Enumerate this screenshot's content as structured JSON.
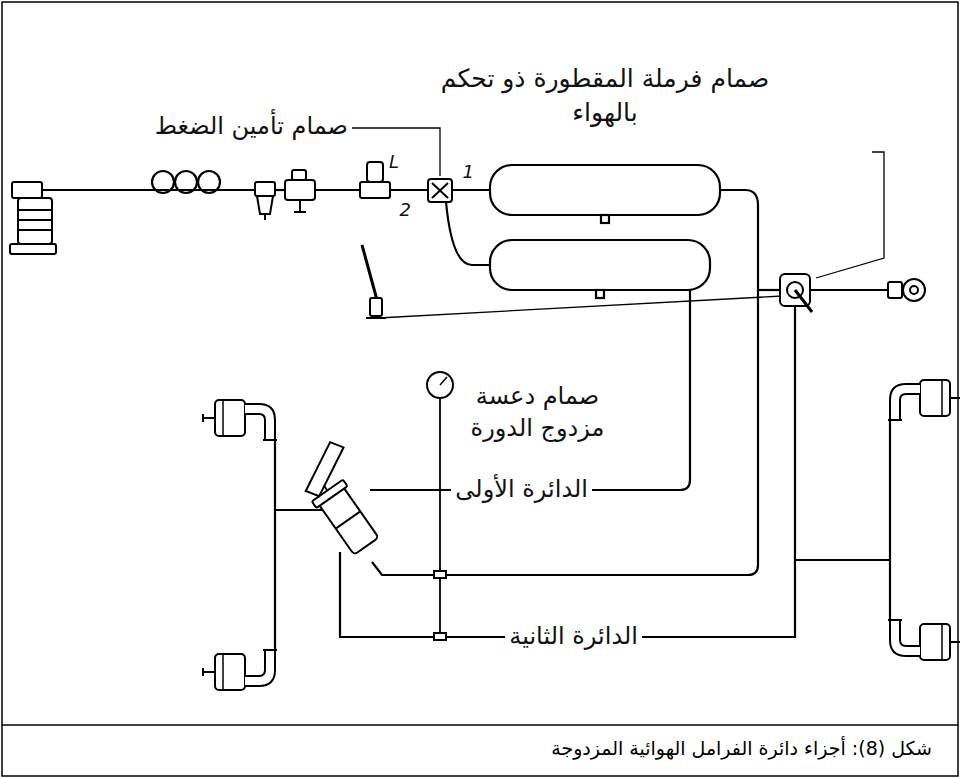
{
  "diagram": {
    "caption": "شكل (8): أجزاء دائرة الفرامل الهوائية المزدوجة",
    "labels": [
      "صمام فرملة المقطورة ذو تحكم بالهواء",
      "صمام تأمين الضغط",
      "L",
      "1",
      "2",
      "صمام دعسة مزدوج الدورة",
      "الدائرة الأولى",
      "الدائرة الثانية"
    ]
  }
}
